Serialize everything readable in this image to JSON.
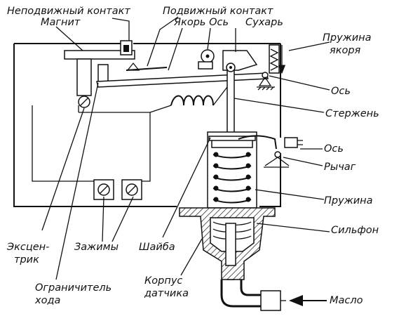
{
  "labels": {
    "fixed_contact": "Неподвижный контакт",
    "moving_contact": "Подвижный контакт",
    "magnet": "Магнит",
    "armature_axis": "Якорь Ось",
    "cracker": "Сухарь",
    "armature_spring_1": "Пружина",
    "armature_spring_2": "якоря",
    "axis_top": "Ось",
    "rod": "Стержень",
    "axis_right": "Ось",
    "lever": "Рычаг",
    "spring": "Пружина",
    "bellows": "Сильфон",
    "eccentric_1": "Эксцен-",
    "eccentric_2": "трик",
    "clamps": "Зажимы",
    "washer": "Шайба",
    "limiter_1": "Ограничитель",
    "limiter_2": "хода",
    "body_1": "Корпус",
    "body_2": "датчика",
    "oil": "Масло"
  }
}
